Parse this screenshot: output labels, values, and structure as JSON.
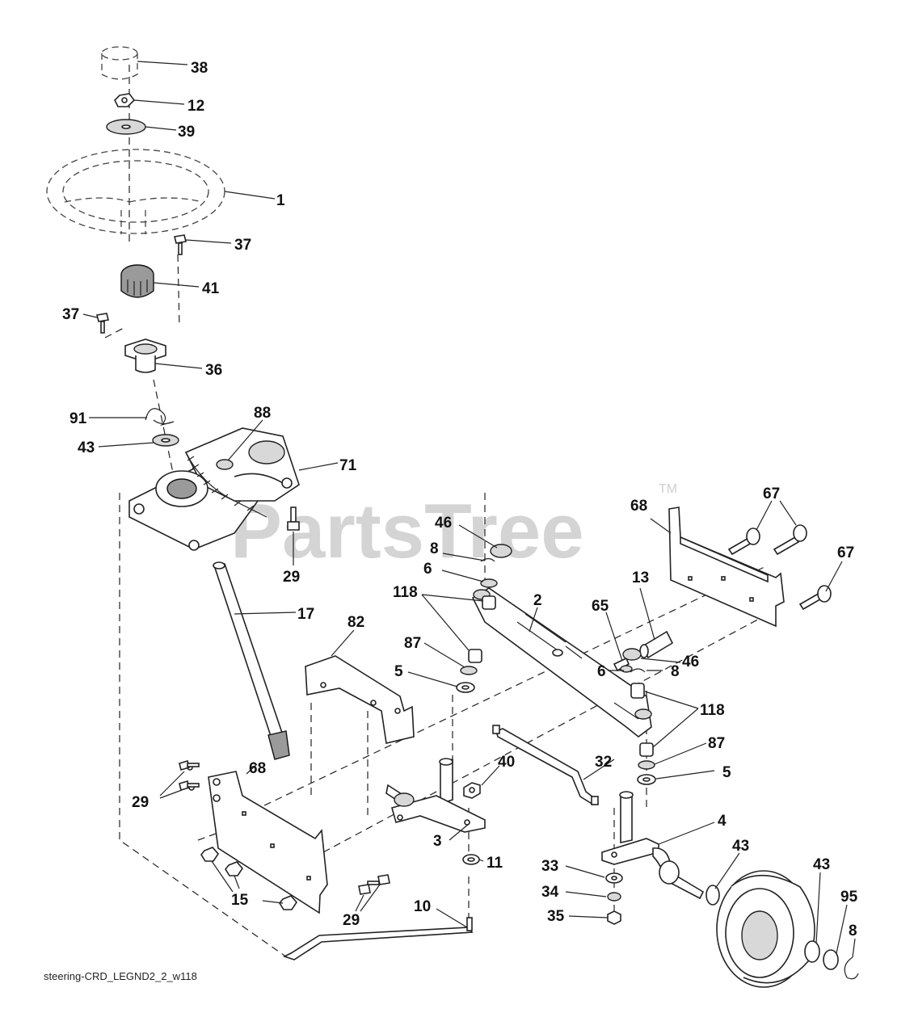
{
  "watermark": {
    "text": "PartsTree",
    "trademark": "TM"
  },
  "caption": "steering-CRD_LEGND2_2_w118",
  "callouts": {
    "c38": "38",
    "c12": "12",
    "c39": "39",
    "c1": "1",
    "c41": "41",
    "c37a": "37",
    "c37b": "37",
    "c36": "36",
    "c91": "91",
    "c43a": "43",
    "c88": "88",
    "c71": "71",
    "c29a": "29",
    "c17": "17",
    "c82": "82",
    "c68a": "68",
    "c29b": "29",
    "c15": "15",
    "c29c": "29",
    "c10": "10",
    "c68b": "68",
    "c67a": "67",
    "c67b": "67",
    "c46a": "46",
    "c8a": "8",
    "c6a": "6",
    "c118a": "118",
    "c87a": "87",
    "c5a": "5",
    "c2": "2",
    "c13": "13",
    "c65": "65",
    "c46b": "46",
    "c6b": "6",
    "c8b": "8",
    "c118b": "118",
    "c87b": "87",
    "c5b": "5",
    "c32": "32",
    "c40": "40",
    "c3": "3",
    "c11": "11",
    "c4": "4",
    "c43b": "43",
    "c43c": "43",
    "c33": "33",
    "c34": "34",
    "c35": "35",
    "c95": "95",
    "c8c": "8"
  }
}
